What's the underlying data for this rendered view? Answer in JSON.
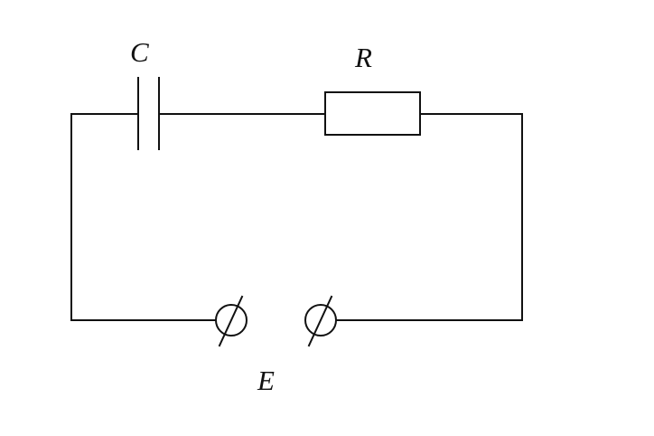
{
  "diagram": {
    "labels": {
      "capacitor": "C",
      "resistor": "R",
      "source": "E"
    },
    "colors": {
      "line": "#111111",
      "background": "#fdfdfd"
    }
  }
}
